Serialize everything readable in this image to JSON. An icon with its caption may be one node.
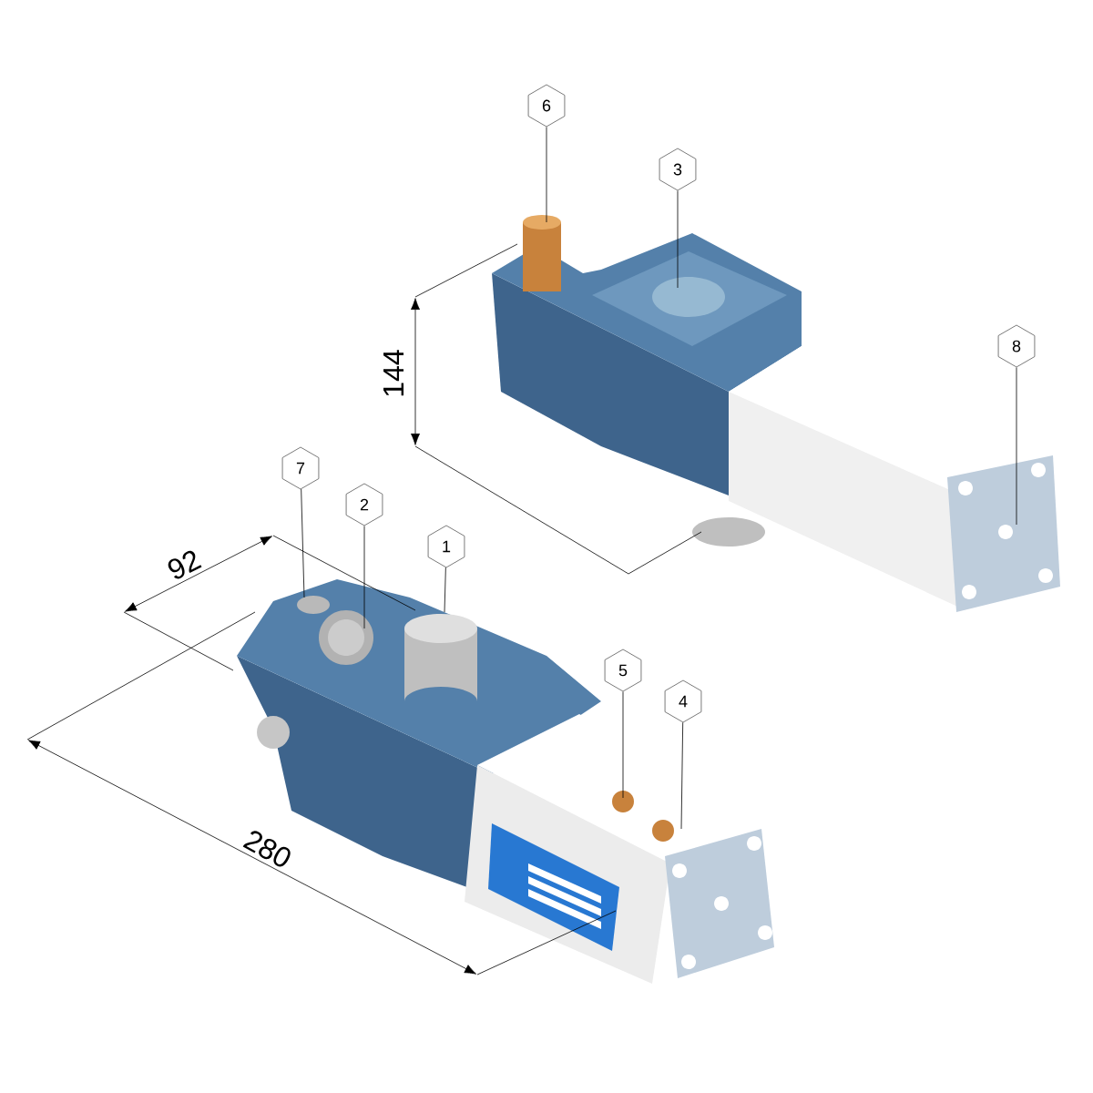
{
  "diagram": {
    "nodes": [
      {
        "text": [
          "6"
        ]
      },
      {
        "text": [
          "3"
        ]
      },
      {
        "text": [
          "8"
        ]
      },
      {
        "text": [
          "7"
        ]
      },
      {
        "text": [
          "2"
        ]
      },
      {
        "text": [
          "1"
        ]
      },
      {
        "text": [
          "5"
        ]
      },
      {
        "text": [
          "4"
        ]
      }
    ],
    "edges": [
      {
        "from": 0,
        "to": null,
        "arrow": "none"
      },
      {
        "from": 1,
        "to": null,
        "arrow": "none"
      },
      {
        "from": 2,
        "to": null,
        "arrow": "none"
      },
      {
        "from": 3,
        "to": null,
        "arrow": "none"
      },
      {
        "from": 4,
        "to": null,
        "arrow": "none"
      },
      {
        "from": 5,
        "to": null,
        "arrow": "none"
      },
      {
        "from": 6,
        "to": null,
        "arrow": "none"
      },
      {
        "from": 7,
        "to": null,
        "arrow": "none"
      }
    ],
    "labels": [
      "144",
      "92",
      "280"
    ]
  }
}
